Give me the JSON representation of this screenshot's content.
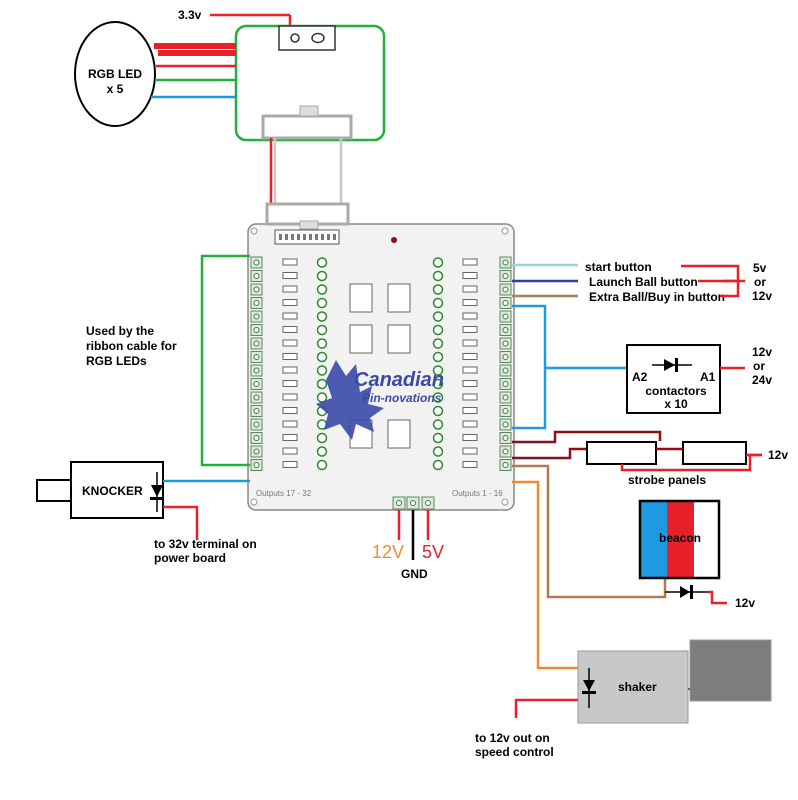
{
  "labels": {
    "v33": "3.3v",
    "rgb_led_line1": "RGB LED",
    "rgb_led_line2": "x 5",
    "start_button": "start button",
    "launch_ball_button": "Launch Ball button",
    "extra_ball_button": "Extra Ball/Buy in button",
    "button_voltage_1": "5v",
    "button_voltage_2": "or",
    "button_voltage_3": "12v",
    "ribbon_note_1": "Used by the",
    "ribbon_note_2": "ribbon cable for",
    "ribbon_note_3": "RGB LEDs",
    "contactor_a2": "A2",
    "contactor_a1": "A1",
    "contactor_name_1": "contactors",
    "contactor_name_2": "x 10",
    "contactor_voltage_1": "12v",
    "contactor_voltage_2": "or",
    "contactor_voltage_3": "24v",
    "knocker": "KNOCKER",
    "knocker_note_1": "to 32v terminal on",
    "knocker_note_2": "power board",
    "strobe_voltage": "12v",
    "strobe_panels": "strobe panels",
    "beacon": "beacon",
    "beacon_voltage": "12v",
    "power_12v": "12V",
    "power_5v": "5V",
    "power_gnd": "GND",
    "shaker": "shaker",
    "shaker_note_1": "to 12v out on",
    "shaker_note_2": "speed control",
    "logo_line_1": "Canadian",
    "logo_line_2": "Pin-novations",
    "board_left_caption": "Outputs 17 - 32",
    "board_right_caption": "Outputs 1 - 16"
  },
  "colors": {
    "red": "#e8202a",
    "green": "#22b03c",
    "blue": "#1e9be0",
    "light_blue": "#9ad2e0",
    "dark_blue": "#2e3fa8",
    "brown": "#b07a56",
    "dark_red": "#8b0f14",
    "orange": "#f08a30",
    "logo": "#3a4aa8"
  }
}
